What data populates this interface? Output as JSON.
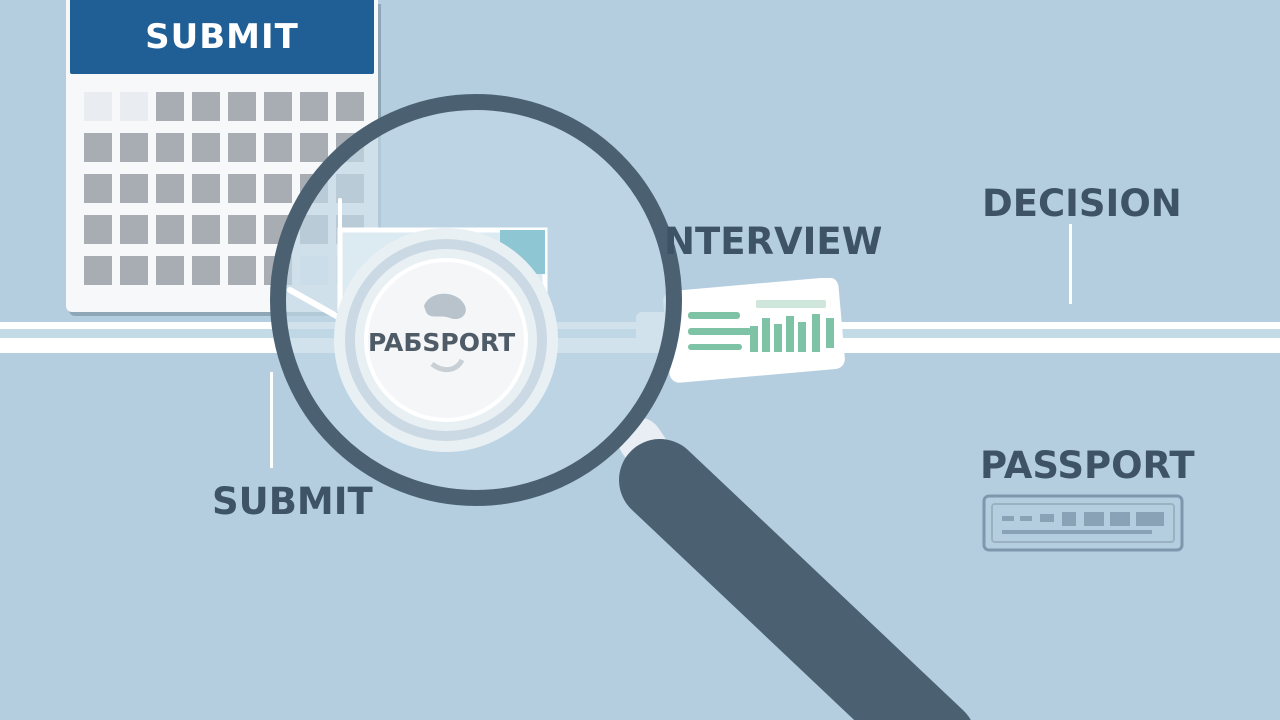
{
  "calendar": {
    "title": "SUBMIT"
  },
  "timeline": {
    "submit_label": "SUBMIT",
    "interview_label": "NTERVIEW",
    "decision_label": "DECISION",
    "passport_label": "PASSPORT"
  },
  "magnifier": {
    "seal_text": "PAБSPORT"
  },
  "icons": [
    "calendar-icon",
    "magnifying-glass-icon",
    "passport-seal-icon",
    "ticket-document-icon",
    "passport-stamp-icon"
  ],
  "colors": {
    "background": "#b4cee0",
    "calendar_header": "#1f5f96",
    "label_text": "#3e5466",
    "magnifier_frame": "#4b6172",
    "ticket_accent": "#7fc3a6"
  }
}
